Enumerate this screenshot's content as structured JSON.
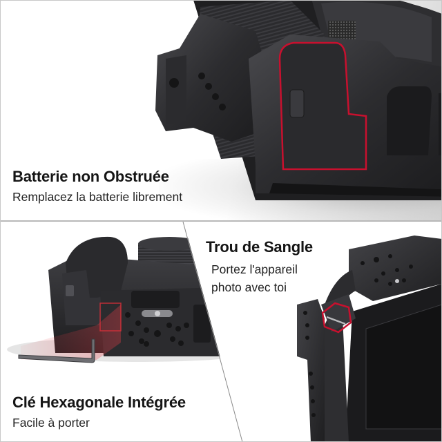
{
  "panels": {
    "top": {
      "title": "Batterie non Obstruée",
      "subtitle": "Remplacez la batterie librement",
      "highlight_color": "#c8102e"
    },
    "bottom_left": {
      "title": "Clé Hexagonale Intégrée",
      "subtitle": "Facile à porter",
      "highlight_color": "#e0303a"
    },
    "bottom_right": {
      "title": "Trou de Sangle",
      "subtitle_line1": "Portez l'appareil",
      "subtitle_line2": "photo avec toi",
      "highlight_color": "#c8102e"
    }
  },
  "colors": {
    "background": "#ffffff",
    "divider": "#b8b8b8",
    "cage_dark": "#2a2a2c",
    "cage_mid": "#3c3c3f",
    "cage_light": "#5a5a5e"
  }
}
